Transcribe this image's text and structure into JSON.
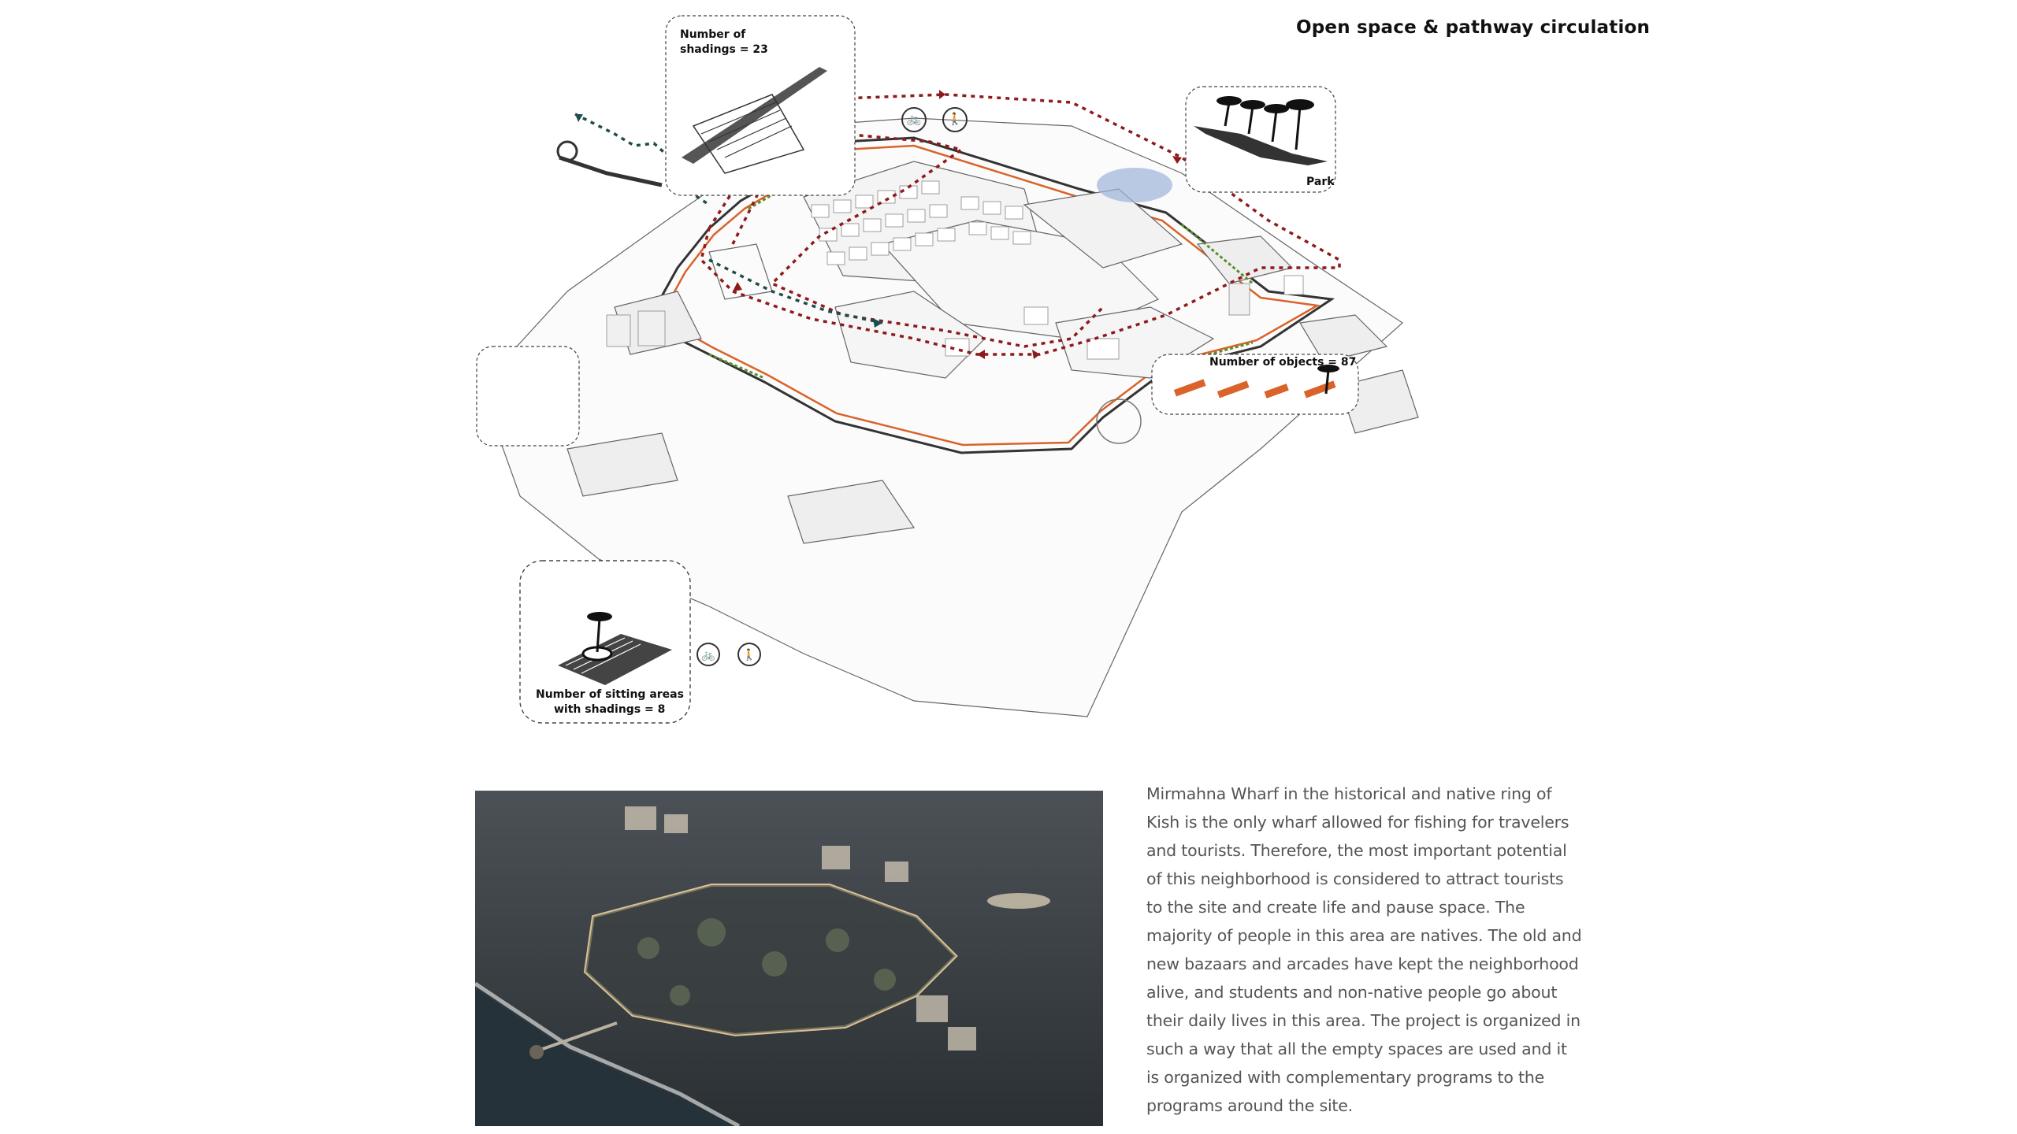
{
  "title": "Open space & pathway circulation",
  "callouts": {
    "shadings": {
      "line1": "Number of",
      "line2": "shadings = 23"
    },
    "park": {
      "label": "Park"
    },
    "objects": {
      "label": "Number of objects = 87"
    },
    "sitting": {
      "line1": "Number of sitting areas",
      "line2": "with shadings = 8"
    }
  },
  "icons": [
    "bicycle-icon",
    "pedestrian-icon",
    "palm-tree-icon",
    "bench-icon"
  ],
  "colors": {
    "pedestrian_loop": "#8e1b1b",
    "bike_path": "#1f4d4a",
    "road_accent": "#d9632a",
    "greenery": "#5b8f2e",
    "water": "#9eb3d9",
    "line": "#555555"
  },
  "description": "Mirmahna Wharf in the historical and native ring of Kish is the only wharf allowed for fishing for travelers and tourists. Therefore, the most important potential of this neighborhood is considered to attract tourists to the site and create life and pause space. The majority of people in this area are natives. The old and new bazaars and arcades have kept the neighborhood alive, and students and non-native people go about their daily lives in this area. The project is organized in such a way that all the empty spaces are used and it is organized with complementary programs to the programs around the site."
}
